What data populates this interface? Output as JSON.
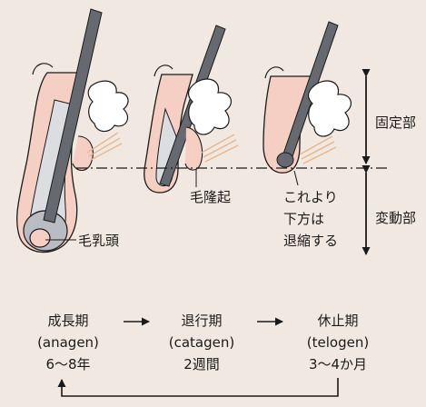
{
  "labels": {
    "fixed_part": "固定部",
    "variable_part": "変動部",
    "hair_papilla": "毛乳頭",
    "bulge": "毛隆起",
    "below_line_1": "これより",
    "below_line_2": "下方は",
    "below_line_3": "退縮する"
  },
  "phases": [
    {
      "name": "成長期",
      "latin": "(anagen)",
      "duration": "6〜8年"
    },
    {
      "name": "退行期",
      "latin": "(catagen)",
      "duration": "2週間"
    },
    {
      "name": "休止期",
      "latin": "(telogen)",
      "duration": "3〜4か月"
    }
  ],
  "colors": {
    "background": "#f1e9e1",
    "follicle_fill": "#f6cfc4",
    "hair_shaft": "#666a70",
    "line": "#1a1a1a",
    "gland_fill": "#ffffff",
    "muscle": "#e6b48a"
  }
}
